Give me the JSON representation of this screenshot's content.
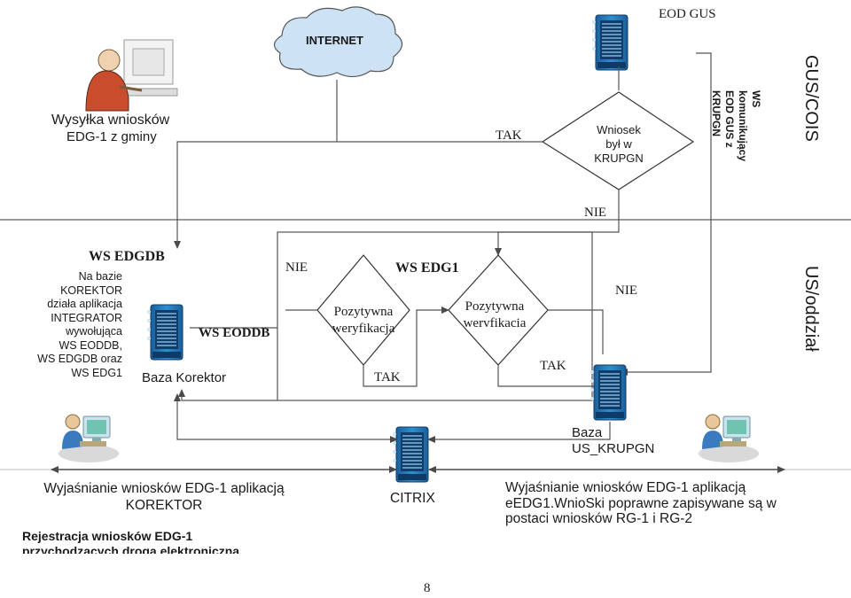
{
  "regions": {
    "top": "GUS/COIS",
    "middle": "US/oddział"
  },
  "top": {
    "sender_line1": "Wysyłka wniosków",
    "sender_line2": "EDG-1 z gminy",
    "internet": "INTERNET",
    "eod_gus": "EOD GUS",
    "diamond": [
      "Wniosek",
      "był w",
      "KRUPGN"
    ],
    "tak": "TAK",
    "nie": "NIE",
    "ws_line1": "WS",
    "ws_line2": "komunikujący",
    "ws_line3": "EOD GUS z",
    "ws_line4": "KRUPGN"
  },
  "middle": {
    "ws_edgdb": "WS EDGDB",
    "desc": [
      "Na bazie",
      "KOREKTOR",
      "działa aplikacja",
      "INTEGRATOR",
      "wywołująca",
      "WS EODDB,",
      "WS EDGDB oraz",
      "WS EDG1"
    ],
    "baza_korektor": "Baza Korektor",
    "ws_eoddb": "WS EODDB",
    "nie1": "NIE",
    "verify1": [
      "Pozytywna",
      "weryfikacja"
    ],
    "tak1": "TAK",
    "ws_edg1": "WS EDG1",
    "verify2": [
      "Pozytywna",
      "wervfikacia"
    ],
    "tak2": "TAK",
    "nie2": "NIE",
    "baza_us_line1": "Baza",
    "baza_us_line2": "US_KRUPGN"
  },
  "bottom": {
    "left_line1": "Wyjaśnianie wniosków EDG-1 aplikacją",
    "left_line2": "KOREKTOR",
    "reg_line1": "Rejestracja wniosków EDG-1",
    "reg_line2": "przychodzących drogą elektroniczną",
    "citrix": "CITRIX",
    "right_line1": "Wyjaśnianie wniosków EDG-1 aplikacją",
    "right_line2": "eEDG1.WnioSki poprawne zapisywane są w",
    "right_line3": "postaci wniosków RG-1 i RG-2"
  },
  "page_number": "8",
  "colors": {
    "server": "#2d8fd0",
    "server_dark": "#123d6b",
    "server_light": "#8fd0f0",
    "cloud": "#cde3f5",
    "line": "#606060",
    "text": "#1a1a1a"
  },
  "icons": [
    "person-at-computer-icon",
    "server-icon",
    "cloud-icon",
    "arrow-icon"
  ]
}
